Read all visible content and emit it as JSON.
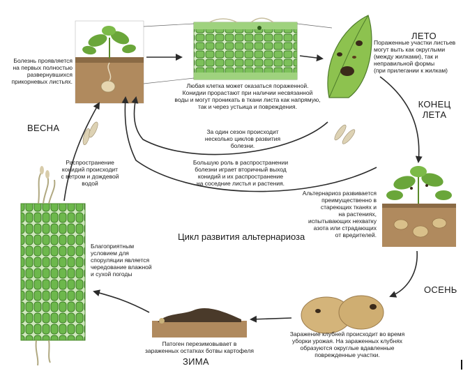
{
  "title": "Цикл развития альтернариоза",
  "seasons": {
    "spring": "ВЕСНА",
    "summer": "ЛЕТО",
    "late_summer_1": "КОНЕЦ",
    "late_summer_2": "ЛЕТА",
    "autumn": "ОСЕНЬ",
    "winter": "ЗИМА"
  },
  "captions": {
    "first_leaves": [
      "Болезнь проявляется",
      "на первых полностью",
      "развернувшихся",
      "прикорневых листьях."
    ],
    "infection": [
      "Любая клетка может оказаться пораженной.",
      "Конидии прорастают при наличии несвязанной",
      "воды и могут проникать в ткани листа как напрямую,",
      "так и через устьица и повреждения."
    ],
    "leaf_spots": [
      "Пораженные участки листьев",
      "могут выть как округлыми",
      "(между жилками), так и",
      "неправильной формы",
      "(при прилегании к жилкам)"
    ],
    "cycles": [
      "За один сезон происходит",
      "несколько циклов развития",
      "болезни."
    ],
    "secondary": [
      "Большую роль в распространении",
      "болезни играет вторичный выход",
      "конидий и их распространение",
      "на соседние листья и растения."
    ],
    "spread": [
      "Распространение",
      "конидий происходит",
      "с ветром и дождевой",
      "водой"
    ],
    "old_tissue": [
      "Альтернариоз развивается",
      "преимущественно в",
      "стареющих тканях и",
      "на растениях,",
      "испытывающих нехватку",
      "азота или страдающих",
      "от вредителей."
    ],
    "sporulation": [
      "Благоприятным",
      "условием для",
      "споруляции является",
      "чередование влажной",
      "и сухой погоды"
    ],
    "overwinter": [
      "Патоген перезимовывает в",
      "зараженных остатках ботвы картофеля"
    ],
    "tubers": [
      "Заражение клубней происходит во время",
      "уборки урожая. На зараженных клубнях",
      "образуются округлые вдавленные",
      "поврежденные участки."
    ]
  },
  "colors": {
    "arrow": "#2b2b2b",
    "leaf_green": "#6aa63a",
    "cell_green": "#5faa3c",
    "soil": "#8a6a45",
    "tuber": "#c9a96a",
    "lesion": "#3a2a1a"
  }
}
